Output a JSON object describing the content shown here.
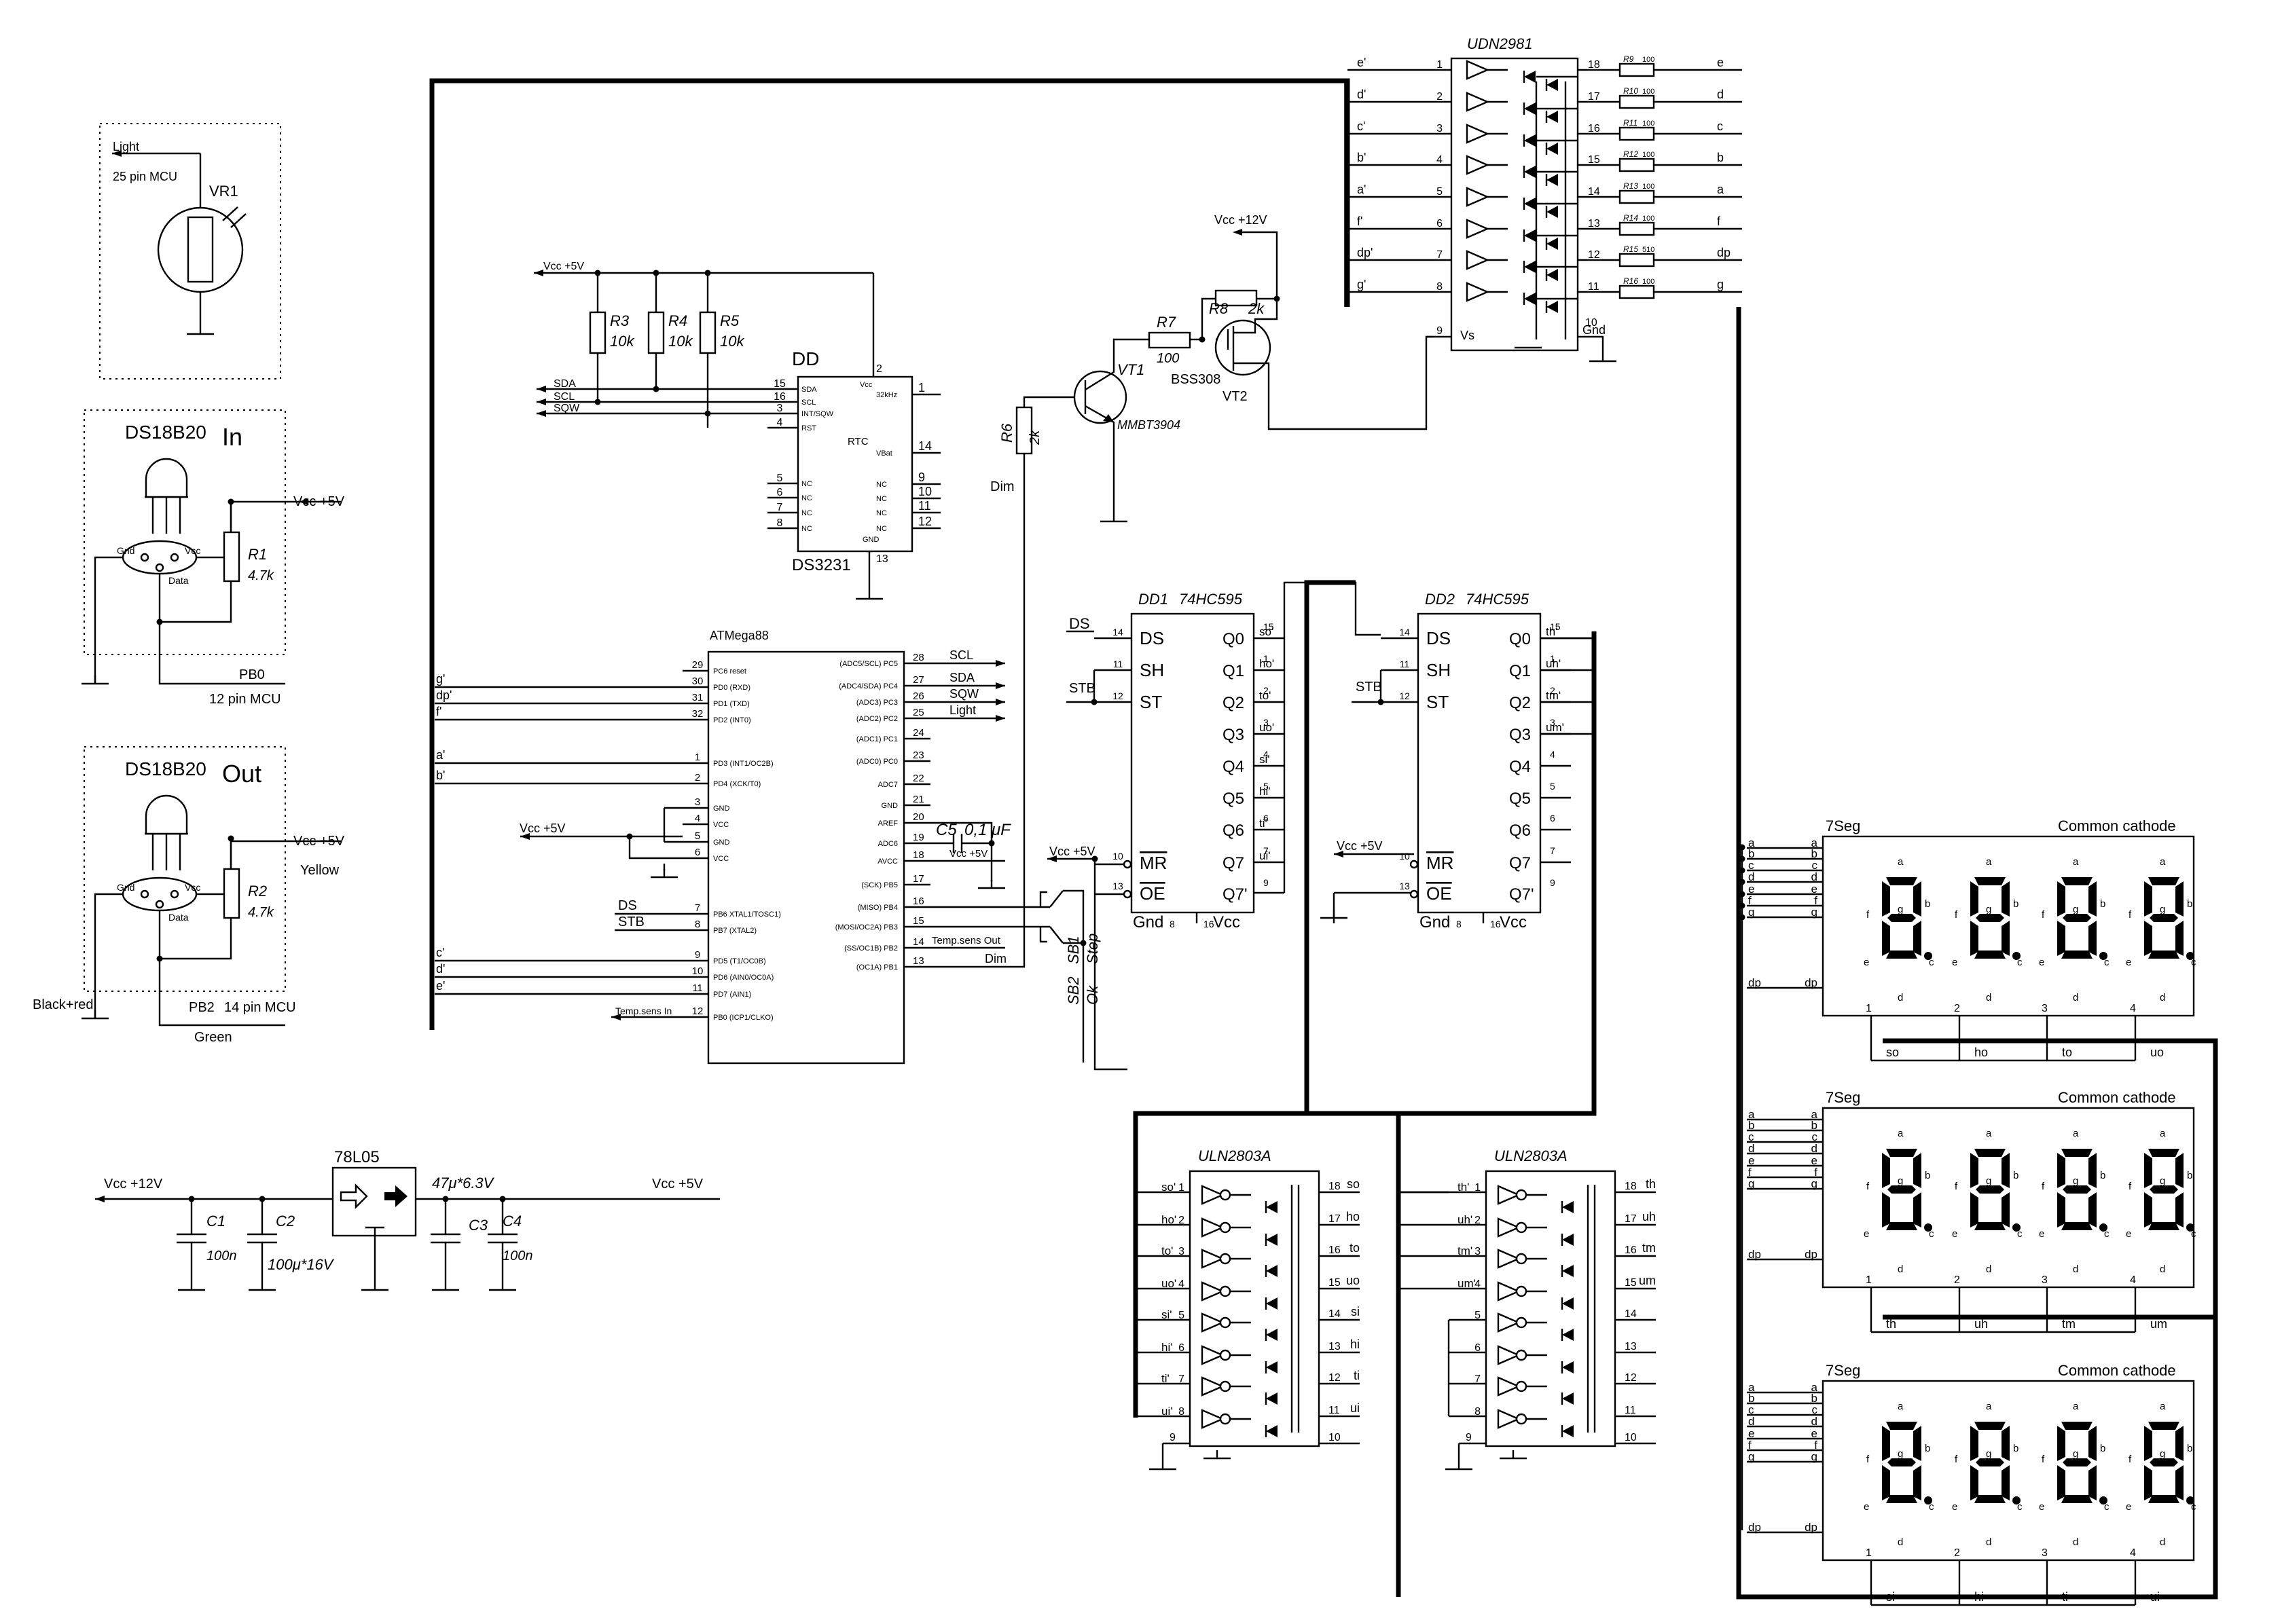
{
  "sensors": {
    "light": {
      "net": "Light",
      "pin_note": "25 pin MCU",
      "ref": "VR1"
    },
    "in": {
      "part": "DS18B20",
      "tag": "In",
      "vcc": "Vcc +5V",
      "pin_gnd": "Gnd",
      "pin_vcc": "Vcc",
      "pin_data": "Data",
      "res": "R1",
      "res_val": "4.7k",
      "net": "PB0",
      "pin_note": "12 pin MCU"
    },
    "out": {
      "part": "DS18B20",
      "tag": "Out",
      "vcc": "Vcc +5V",
      "vcc_wire": "Yellow",
      "pin_gnd": "Gnd",
      "pin_vcc": "Vcc",
      "pin_data": "Data",
      "res": "R2",
      "res_val": "4.7k",
      "gnd_wire": "Black+red",
      "net": "PB2",
      "pin_note": "14 pin MCU",
      "data_wire": "Green"
    }
  },
  "rtc": {
    "ref": "DD",
    "part": "DS3231",
    "func": "RTC",
    "vcc": "Vcc +5V",
    "resistors": [
      {
        "ref": "R3",
        "val": "10k"
      },
      {
        "ref": "R4",
        "val": "10k"
      },
      {
        "ref": "R5",
        "val": "10k"
      }
    ],
    "nets": [
      "SDA",
      "SCL",
      "SQW"
    ],
    "left_pins": [
      {
        "num": "15",
        "name": "SDA"
      },
      {
        "num": "16",
        "name": "SCL"
      },
      {
        "num": "3",
        "name": "INT/SQW"
      },
      {
        "num": "4",
        "name": "RST"
      },
      {
        "num": "5",
        "name": "NC"
      },
      {
        "num": "6",
        "name": "NC"
      },
      {
        "num": "7",
        "name": "NC"
      },
      {
        "num": "8",
        "name": "NC"
      }
    ],
    "right_pins": [
      {
        "num": "1",
        "name": "32kHz"
      },
      {
        "num": "14",
        "name": "VBat"
      },
      {
        "num": "9",
        "name": "NC"
      },
      {
        "num": "10",
        "name": "NC"
      },
      {
        "num": "11",
        "name": "NC"
      },
      {
        "num": "12",
        "name": "NC"
      }
    ],
    "top_pin": {
      "num": "2",
      "name": "Vcc"
    },
    "bottom_pin": {
      "num": "13",
      "name": "GND"
    }
  },
  "mcu": {
    "part": "ATMega88",
    "left_pins": [
      {
        "num": "29",
        "name": "PC6 reset",
        "net": ""
      },
      {
        "num": "30",
        "name": "PD0 (RXD)",
        "net": "g'"
      },
      {
        "num": "31",
        "name": "PD1 (TXD)",
        "net": "dp'"
      },
      {
        "num": "32",
        "name": "PD2 (INT0)",
        "net": "f'"
      },
      {
        "num": "1",
        "name": "PD3 (INT1/OC2B)",
        "net": "a'"
      },
      {
        "num": "2",
        "name": "PD4 (XCK/T0)",
        "net": "b'"
      },
      {
        "num": "3",
        "name": "GND",
        "net": ""
      },
      {
        "num": "4",
        "name": "VCC",
        "net": ""
      },
      {
        "num": "5",
        "name": "GND",
        "net": ""
      },
      {
        "num": "6",
        "name": "VCC",
        "net": ""
      },
      {
        "num": "7",
        "name": "PB6 XTAL1/TOSC1)",
        "net": "DS"
      },
      {
        "num": "8",
        "name": "PB7 (XTAL2)",
        "net": "STB"
      },
      {
        "num": "9",
        "name": "PD5  (T1/OC0B)",
        "net": "c'"
      },
      {
        "num": "10",
        "name": "PD6  (AIN0/OC0A)",
        "net": "d'"
      },
      {
        "num": "11",
        "name": "PD7  (AIN1)",
        "net": "e'"
      },
      {
        "num": "12",
        "name": "PB0 (ICP1/CLKO)",
        "net": "Temp.sens In"
      }
    ],
    "right_pins": [
      {
        "num": "28",
        "name": "(ADC5/SCL) PC5",
        "net": "SCL"
      },
      {
        "num": "27",
        "name": "(ADC4/SDA) PC4",
        "net": "SDA"
      },
      {
        "num": "26",
        "name": "(ADC3) PC3",
        "net": "SQW"
      },
      {
        "num": "25",
        "name": "(ADC2) PC2",
        "net": "Light"
      },
      {
        "num": "24",
        "name": "(ADC1) PC1",
        "net": ""
      },
      {
        "num": "23",
        "name": "(ADC0) PC0",
        "net": ""
      },
      {
        "num": "22",
        "name": "ADC7",
        "net": ""
      },
      {
        "num": "21",
        "name": "GND",
        "net": ""
      },
      {
        "num": "20",
        "name": "AREF",
        "net": ""
      },
      {
        "num": "19",
        "name": "ADC6",
        "net": ""
      },
      {
        "num": "18",
        "name": "AVCC",
        "net": "Vcc +5V"
      },
      {
        "num": "17",
        "name": "(SCK) PB5",
        "net": ""
      },
      {
        "num": "16",
        "name": "(MISO) PB4",
        "net": ""
      },
      {
        "num": "15",
        "name": "(MOSI/OC2A) PB3",
        "net": ""
      },
      {
        "num": "14",
        "name": "(SS/OC1B) PB2",
        "net": "Temp.sens Out"
      },
      {
        "num": "13",
        "name": "(OC1A) PB1",
        "net": "Dim"
      }
    ],
    "vcc": "Vcc +5V",
    "cap": "C5",
    "cap_val": "0,1 μF",
    "buttons": [
      {
        "ref": "SB1",
        "label": "Step"
      },
      {
        "ref": "SB2",
        "label": "Ok"
      }
    ]
  },
  "dimmer": {
    "vcc": "Vcc +12V",
    "r6": "R6",
    "r6_val": "2k",
    "dim": "Dim",
    "r7": "R7",
    "r7_val": "100",
    "r8": "R8",
    "r8_val": "2k",
    "vt1": "VT1",
    "vt1_part": "MMBT3904",
    "vt2": "VT2",
    "vt2_part": "BSS308"
  },
  "udn": {
    "part": "UDN2981",
    "inputs": [
      {
        "net": "e'",
        "num": "1"
      },
      {
        "net": "d'",
        "num": "2"
      },
      {
        "net": "c'",
        "num": "3"
      },
      {
        "net": "b'",
        "num": "4"
      },
      {
        "net": "a'",
        "num": "5"
      },
      {
        "net": "f'",
        "num": "6"
      },
      {
        "net": "dp'",
        "num": "7"
      },
      {
        "net": "g'",
        "num": "8"
      }
    ],
    "outputs": [
      {
        "num": "18",
        "res": "R9",
        "val": "100",
        "net": "e"
      },
      {
        "num": "17",
        "res": "R10",
        "val": "100",
        "net": "d"
      },
      {
        "num": "16",
        "res": "R11",
        "val": "100",
        "net": "c"
      },
      {
        "num": "15",
        "res": "R12",
        "val": "100",
        "net": "b"
      },
      {
        "num": "14",
        "res": "R13",
        "val": "100",
        "net": "a"
      },
      {
        "num": "13",
        "res": "R14",
        "val": "100",
        "net": "f"
      },
      {
        "num": "12",
        "res": "R15",
        "val": "510",
        "net": "dp"
      },
      {
        "num": "11",
        "res": "R16",
        "val": "100",
        "net": "g"
      }
    ],
    "vs_num": "9",
    "vs": "Vs",
    "gnd_num": "10",
    "gnd": "Gnd"
  },
  "shift": [
    {
      "ref": "DD1",
      "part": "74HC595",
      "ds": "DS",
      "stb": "STB",
      "vcc": "Vcc +5V",
      "pins": {
        "ds": "14",
        "sh": "11",
        "st": "12",
        "mr": "10",
        "oe": "13",
        "gnd": "8",
        "vcc": "16"
      },
      "labels": {
        "ds": "DS",
        "sh": "SH",
        "st": "ST",
        "mr": "MR",
        "oe": "OE",
        "gnd": "Gnd",
        "vcc": "Vcc"
      },
      "outputs": [
        {
          "name": "Q0",
          "num": "15",
          "net": "so'"
        },
        {
          "name": "Q1",
          "num": "1",
          "net": "ho'"
        },
        {
          "name": "Q2",
          "num": "2",
          "net": "to'"
        },
        {
          "name": "Q3",
          "num": "3",
          "net": "uo'"
        },
        {
          "name": "Q4",
          "num": "4",
          "net": "si'"
        },
        {
          "name": "Q5",
          "num": "5",
          "net": "hi'"
        },
        {
          "name": "Q6",
          "num": "6",
          "net": "ti'"
        },
        {
          "name": "Q7",
          "num": "7",
          "net": "ui'"
        }
      ],
      "q7s": {
        "name": "Q7'",
        "num": "9"
      }
    },
    {
      "ref": "DD2",
      "part": "74HC595",
      "ds": "",
      "stb": "STB",
      "vcc": "Vcc +5V",
      "pins": {
        "ds": "14",
        "sh": "11",
        "st": "12",
        "mr": "10",
        "oe": "13",
        "gnd": "8",
        "vcc": "16"
      },
      "labels": {
        "ds": "DS",
        "sh": "SH",
        "st": "ST",
        "mr": "MR",
        "oe": "OE",
        "gnd": "Gnd",
        "vcc": "Vcc"
      },
      "outputs": [
        {
          "name": "Q0",
          "num": "15",
          "net": "th'"
        },
        {
          "name": "Q1",
          "num": "1",
          "net": "uh'"
        },
        {
          "name": "Q2",
          "num": "2",
          "net": "tm'"
        },
        {
          "name": "Q3",
          "num": "3",
          "net": "um'"
        },
        {
          "name": "Q4",
          "num": "4",
          "net": ""
        },
        {
          "name": "Q5",
          "num": "5",
          "net": ""
        },
        {
          "name": "Q6",
          "num": "6",
          "net": ""
        },
        {
          "name": "Q7",
          "num": "7",
          "net": ""
        }
      ],
      "q7s": {
        "name": "Q7'",
        "num": "9"
      }
    }
  ],
  "uln": [
    {
      "part": "ULN2803A",
      "gnd_num": "9",
      "com_num": "10",
      "channels": [
        {
          "in": "so'",
          "inum": "1",
          "onum": "18",
          "out": "so"
        },
        {
          "in": "ho'",
          "inum": "2",
          "onum": "17",
          "out": "ho"
        },
        {
          "in": "to'",
          "inum": "3",
          "onum": "16",
          "out": "to"
        },
        {
          "in": "uo'",
          "inum": "4",
          "onum": "15",
          "out": "uo"
        },
        {
          "in": "si'",
          "inum": "5",
          "onum": "14",
          "out": "si"
        },
        {
          "in": "hi'",
          "inum": "6",
          "onum": "13",
          "out": "hi"
        },
        {
          "in": "ti'",
          "inum": "7",
          "onum": "12",
          "out": "ti"
        },
        {
          "in": "ui'",
          "inum": "8",
          "onum": "11",
          "out": "ui"
        }
      ]
    },
    {
      "part": "ULN2803A",
      "gnd_num": "9",
      "com_num": "10",
      "channels": [
        {
          "in": "th'",
          "inum": "1",
          "onum": "18",
          "out": "th"
        },
        {
          "in": "uh'",
          "inum": "2",
          "onum": "17",
          "out": "uh"
        },
        {
          "in": "tm'",
          "inum": "3",
          "onum": "16",
          "out": "tm"
        },
        {
          "in": "um'",
          "inum": "4",
          "onum": "15",
          "out": "um"
        },
        {
          "in": "",
          "inum": "5",
          "onum": "14",
          "out": ""
        },
        {
          "in": "",
          "inum": "6",
          "onum": "13",
          "out": ""
        },
        {
          "in": "",
          "inum": "7",
          "onum": "12",
          "out": ""
        },
        {
          "in": "",
          "inum": "8",
          "onum": "11",
          "out": ""
        }
      ]
    }
  ],
  "displays": [
    {
      "title": "7Seg",
      "type": "Common cathode",
      "digits": [
        "so",
        "ho",
        "to",
        "uo"
      ]
    },
    {
      "title": "7Seg",
      "type": "Common cathode",
      "digits": [
        "th",
        "uh",
        "tm",
        "um"
      ]
    },
    {
      "title": "7Seg",
      "type": "Common cathode",
      "digits": [
        "si",
        "hi",
        "ti",
        "ui"
      ]
    }
  ],
  "display_segments": [
    "a",
    "b",
    "c",
    "d",
    "e",
    "f",
    "g",
    "dp"
  ],
  "display_digit_nums": [
    "1",
    "2",
    "3",
    "4"
  ],
  "power": {
    "vin": "Vcc +12V",
    "reg": "78L05",
    "vout": "Vcc +5V",
    "caps": [
      {
        "ref": "C1",
        "val": "100n"
      },
      {
        "ref": "C2",
        "val": "100μ*16V"
      },
      {
        "ref": "C3",
        "val": "47μ*6.3V"
      },
      {
        "ref": "C4",
        "val": "100n"
      }
    ]
  }
}
